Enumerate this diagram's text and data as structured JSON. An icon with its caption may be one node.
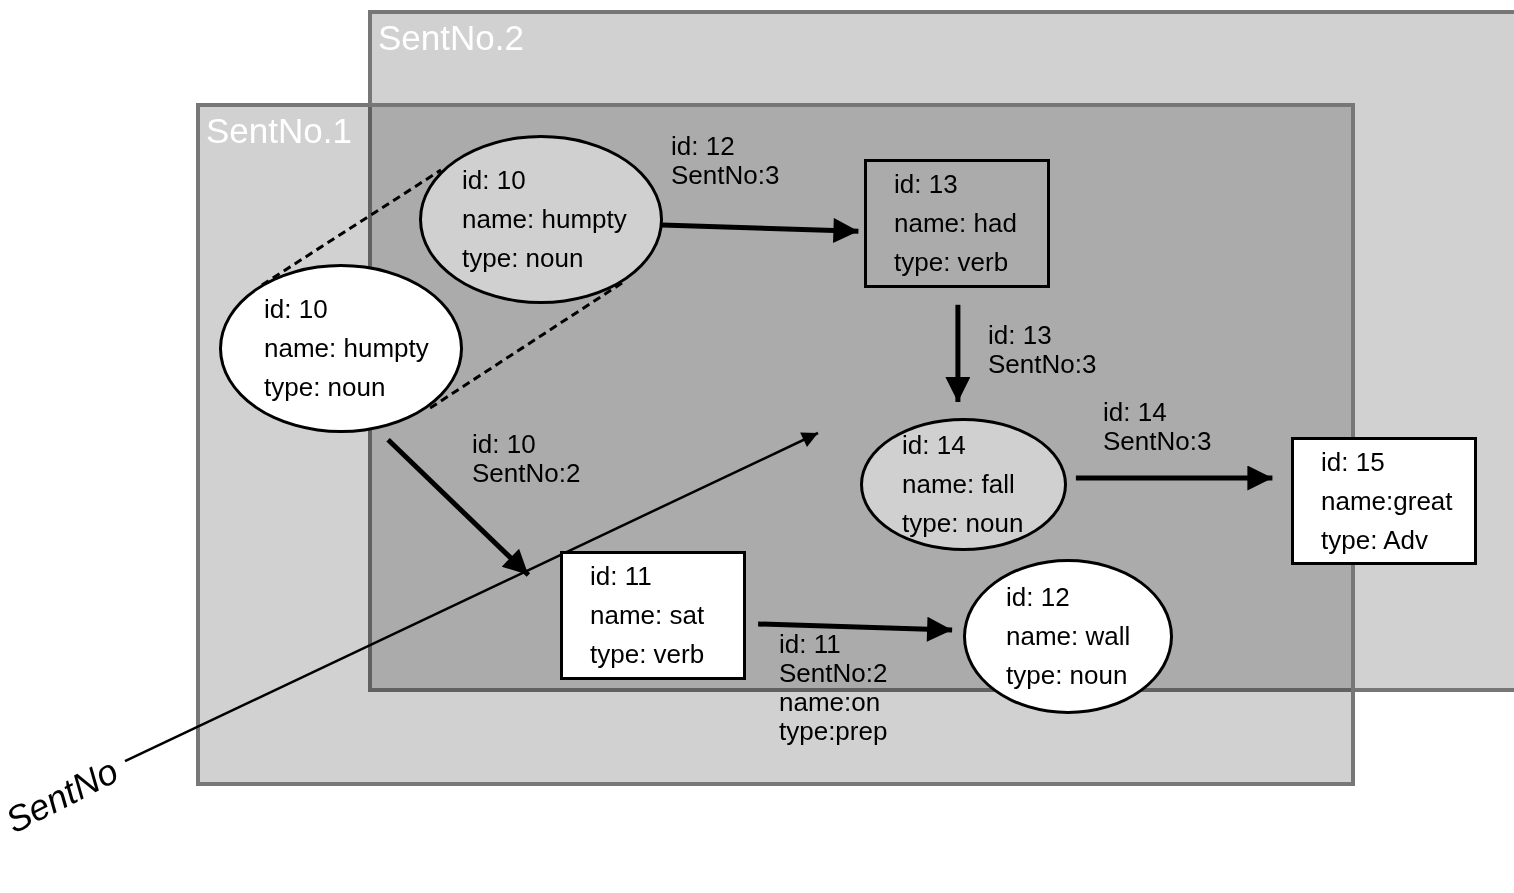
{
  "diagram": {
    "nodes": [
      {
        "text": [
          "SentNo.2"
        ]
      },
      {
        "text": [
          "SentNo.1"
        ]
      },
      {
        "text": [
          "id: 10",
          "name: humpty",
          "type: noun"
        ]
      },
      {
        "text": [
          "id: 13",
          "name: had",
          "type: verb"
        ]
      },
      {
        "text": [
          "id: 10",
          "name: humpty",
          "type: noun"
        ],
        "in": 1
      },
      {
        "text": [
          "id: 14",
          "name: fall",
          "type: noun"
        ]
      },
      {
        "text": [
          "id: 15",
          "name:great",
          "type: Adv"
        ],
        "in": 0
      },
      {
        "text": [
          "id: 11",
          "name: sat",
          "type: verb"
        ]
      },
      {
        "text": [
          "id: 12",
          "name: wall",
          "type: noun"
        ],
        "in": 1
      },
      {
        "text": [
          "SentNo"
        ]
      }
    ],
    "edges": [
      {
        "from": 4,
        "to": 2,
        "arrow": "none",
        "style": "dashed"
      },
      {
        "from": 4,
        "to": 2,
        "arrow": "none",
        "style": "dashed"
      },
      {
        "from": 2,
        "to": 3,
        "arrow": "to",
        "label": "id: 12 SentNo:3"
      },
      {
        "from": 3,
        "to": 5,
        "arrow": "to",
        "label": "id: 13 SentNo:3"
      },
      {
        "from": 5,
        "to": 6,
        "arrow": "to",
        "label": "id: 14 SentNo:3"
      },
      {
        "from": 4,
        "to": 7,
        "arrow": "to",
        "label": "id: 10 SentNo:2"
      },
      {
        "from": 7,
        "to": 8,
        "arrow": "to",
        "label": "id: 11 SentNo:2 name:on type:prep"
      },
      {
        "from": 9,
        "to": null,
        "arrow": "to"
      }
    ]
  }
}
